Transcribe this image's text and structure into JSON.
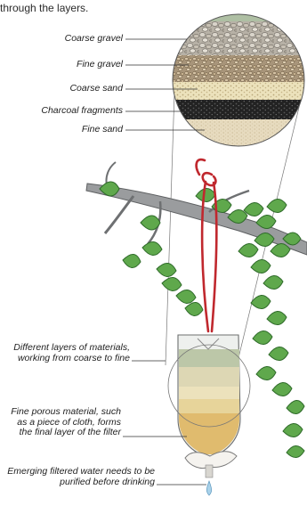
{
  "intro_text": "through the layers.",
  "labels": {
    "coarse_gravel": "Coarse gravel",
    "fine_gravel": "Fine gravel",
    "coarse_sand": "Coarse sand",
    "charcoal": "Charcoal fragments",
    "fine_sand": "Fine sand",
    "layers_desc": "Different layers of materials, working from coarse to fine",
    "porous_desc": "Fine porous material, such as a piece of cloth, forms the final layer of the filter",
    "emerging_desc": "Emerging filtered water needs to be purified before drinking"
  },
  "colors": {
    "leaf": "#5fa84c",
    "leaf_dark": "#2f6b2a",
    "rope": "#c0282e",
    "branch": "#8a8c8e",
    "charcoal": "#2a2a2a",
    "coarse_sand": "#e6d8a6",
    "fine_sand": "#e9dcc0",
    "water": "#a9d2ea"
  }
}
